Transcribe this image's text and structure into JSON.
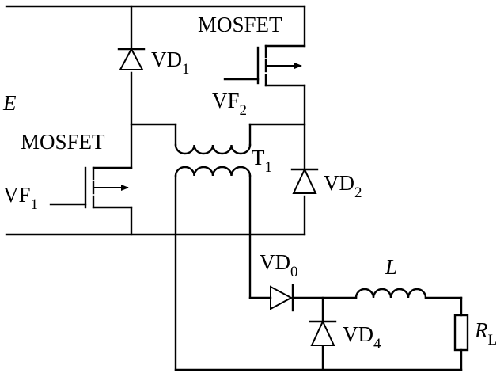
{
  "diagram": {
    "labels": {
      "source": "E",
      "mosfet_top": "MOSFET",
      "mosfet_left": "MOSFET",
      "gate_top": {
        "main": "VF",
        "sub": "2"
      },
      "gate_left": {
        "main": "VF",
        "sub": "1"
      },
      "vd1": {
        "main": "VD",
        "sub": "1"
      },
      "vd2": {
        "main": "VD",
        "sub": "2"
      },
      "vd0": {
        "main": "VD",
        "sub": "0"
      },
      "vd4": {
        "main": "VD",
        "sub": "4"
      },
      "transformer": {
        "main": "T",
        "sub": "1"
      },
      "inductor": "L",
      "load": {
        "main": "R",
        "sub": "L"
      }
    }
  }
}
